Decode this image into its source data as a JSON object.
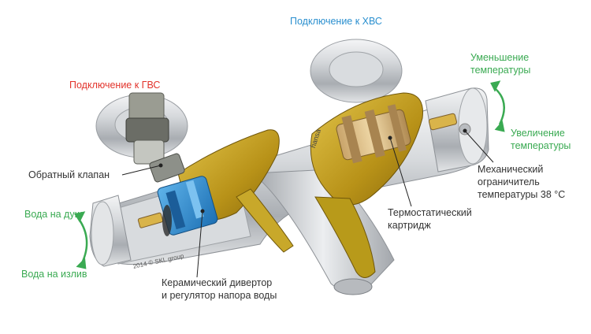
{
  "labels": {
    "hot_connection": "Подключение к ГВС",
    "cold_connection": "Подключение к ХВС",
    "temp_decrease": [
      "Уменьшение",
      "температуры"
    ],
    "temp_increase": [
      "Увеличение",
      "температуры"
    ],
    "check_valve": "Обратный клапан",
    "to_shower": "Вода на душ",
    "to_spout": "Вода на излив",
    "ceramic_diverter": [
      "Керамический дивертор",
      "и регулятор напора воды"
    ],
    "thermostatic_cartridge": [
      "Термостатический",
      "картридж"
    ],
    "mechanical_limiter": [
      "Механический",
      "ограничитель",
      "температуры 38 °C"
    ],
    "copyright": "2014 © SKL group",
    "brand": "hansa"
  },
  "colors": {
    "hot": "#e2332b",
    "cold": "#2a8fcf",
    "control": "#3aaa52",
    "text": "#333333",
    "brass": "#c9a623",
    "chrome": "#c7cacd"
  }
}
